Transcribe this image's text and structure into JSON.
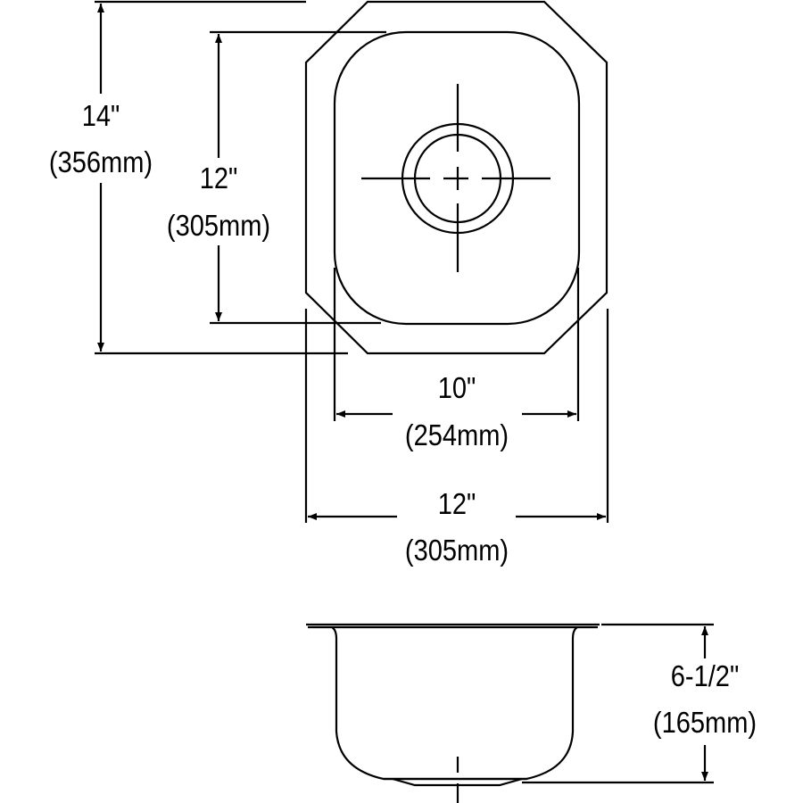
{
  "diagram": {
    "subject": "Single bowl undermount sink dimensions",
    "colors": {
      "stroke": "#000000",
      "background": "#ffffff"
    },
    "top_view": {
      "overall_length": {
        "in": "14\"",
        "mm": "(356mm)"
      },
      "bowl_length": {
        "in": "12\"",
        "mm": "(305mm)"
      },
      "bowl_width": {
        "in": "10\"",
        "mm": "(254mm)"
      },
      "overall_width": {
        "in": "12\"",
        "mm": "(305mm)"
      }
    },
    "side_view": {
      "depth": {
        "in": "6-1/2\"",
        "mm": "(165mm)"
      }
    }
  }
}
